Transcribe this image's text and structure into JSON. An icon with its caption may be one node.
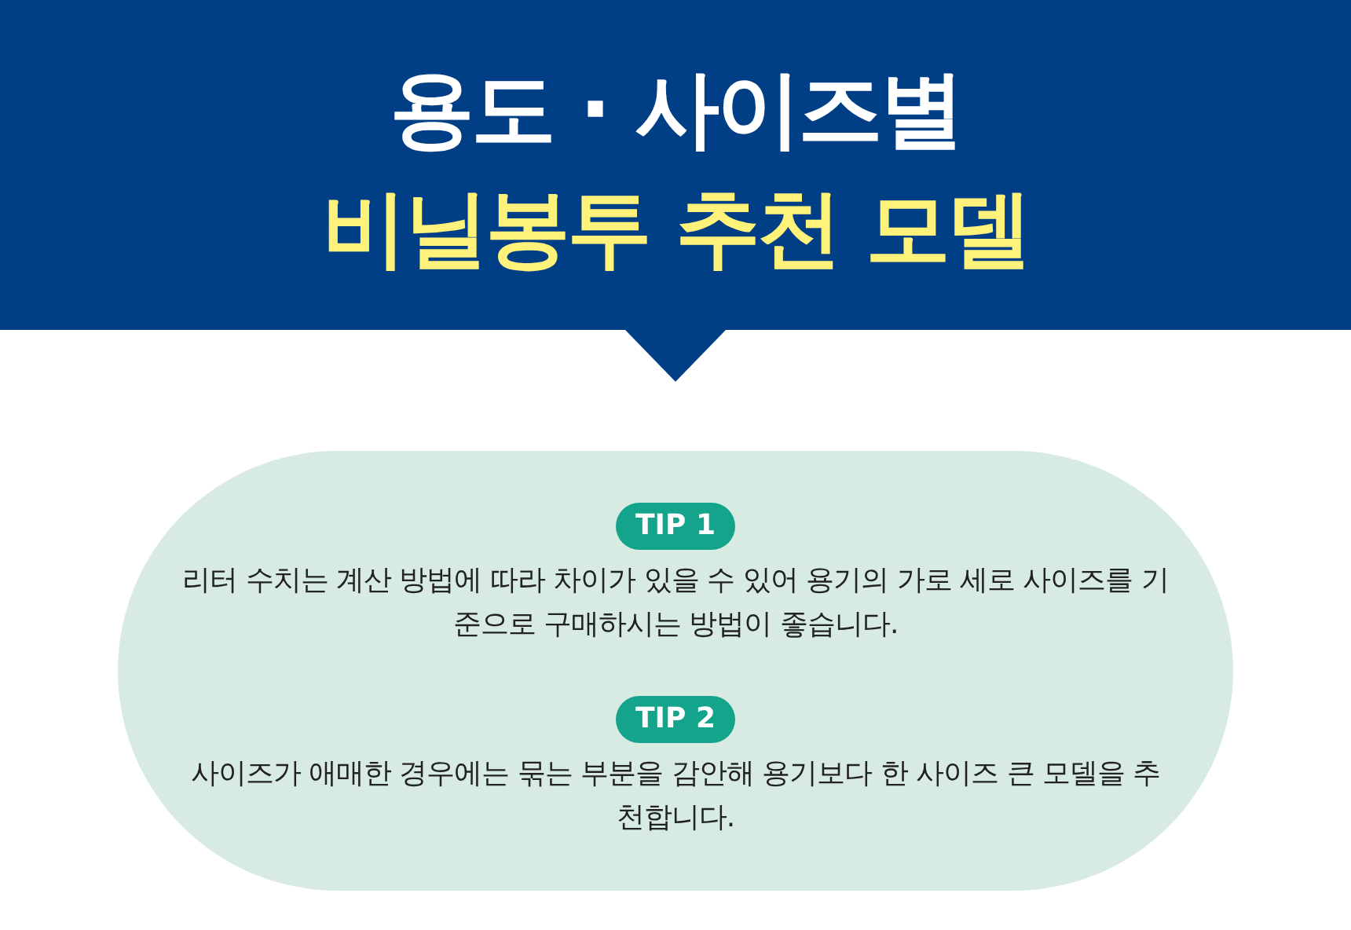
{
  "diagram": {
    "nodes": [
      {
        "text": [
          "용도 · 사이즈별",
          "비닐봉투 추천 모델"
        ]
      },
      {
        "text": [],
        "shape": "box"
      },
      {
        "text": [
          "TIP 1"
        ],
        "in": 1,
        "beside": [
          "리터 수치는 계산 방법에 따라 차이가 있을 수 있어 용기의 가로 세로 사이즈를 기준으로 구매하시는 방법이 좋습니다."
        ]
      },
      {
        "text": [
          "TIP 2"
        ],
        "in": 1,
        "beside": [
          "사이즈가 애매한 경우에는 묶는 부분을 감안해 용기보다 한 사이즈 큰 모델을 추천합니다."
        ]
      }
    ]
  }
}
